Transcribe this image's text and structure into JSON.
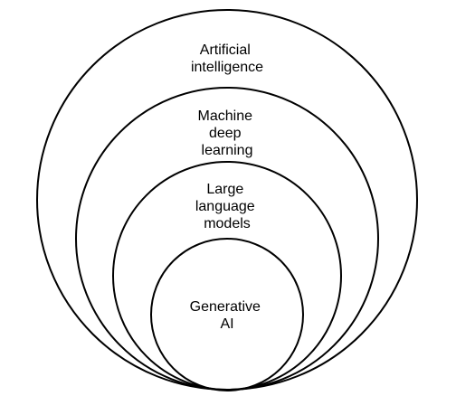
{
  "diagram": {
    "type": "nested-circles",
    "stroke_color": "#000000",
    "rings": [
      {
        "id": "ai",
        "lines": [
          "Artificial",
          "intelligence"
        ]
      },
      {
        "id": "ml",
        "lines": [
          "Machine",
          "deep",
          "learning"
        ]
      },
      {
        "id": "llm",
        "lines": [
          "Large",
          "language",
          "models"
        ]
      },
      {
        "id": "gen",
        "lines": [
          "Generative",
          "AI"
        ]
      }
    ]
  }
}
